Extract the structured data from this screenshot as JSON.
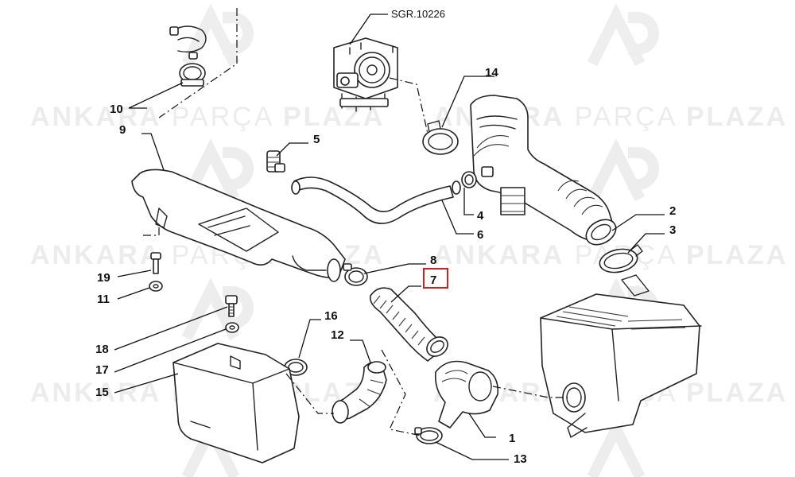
{
  "watermark": {
    "word_1": "ANKARA",
    "word_2": "PARÇA",
    "word_3": "PLAZA",
    "logo_letters": "AP"
  },
  "reference_code": "SGR.10226",
  "callouts": {
    "c1": "1",
    "c2": "2",
    "c3": "3",
    "c4": "4",
    "c5": "5",
    "c6": "6",
    "c7": "7",
    "c8": "8",
    "c9": "9",
    "c10": "10",
    "c11": "11",
    "c12": "12",
    "c13": "13",
    "c14": "14",
    "c15": "15",
    "c16": "16",
    "c17": "17",
    "c18": "18",
    "c19": "19"
  },
  "highlighted_part": "7",
  "colors": {
    "highlight": "#d21f1f",
    "line": "#222222",
    "watermark": "#ececec"
  }
}
